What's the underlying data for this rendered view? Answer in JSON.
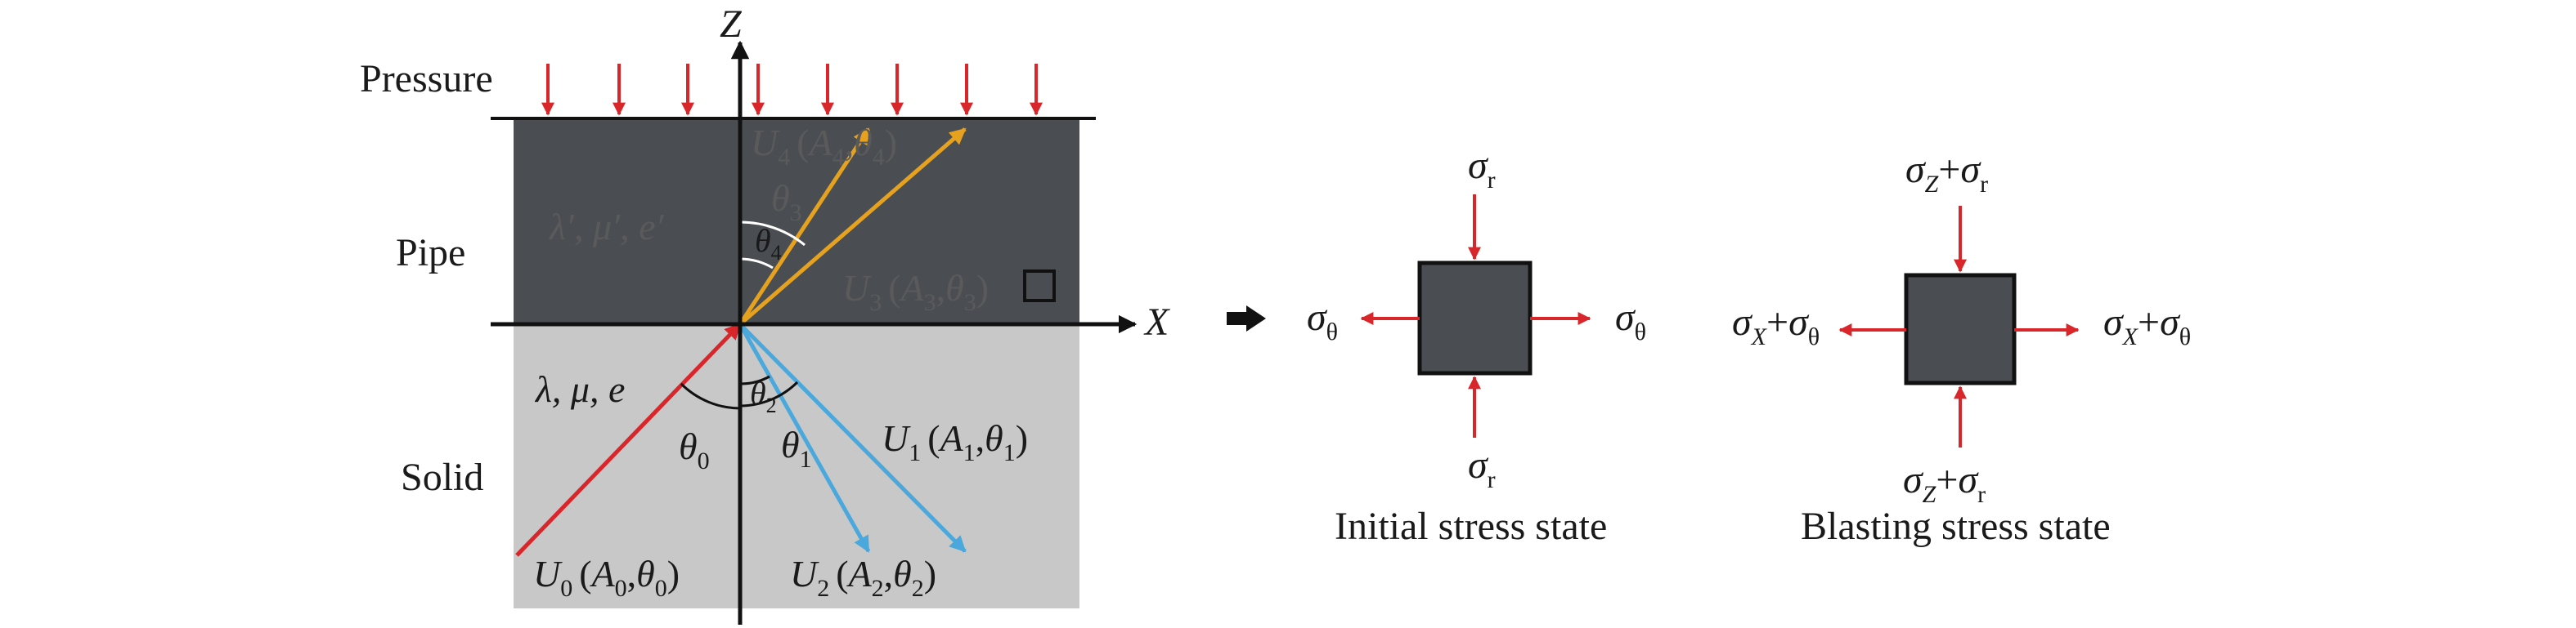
{
  "left_panel": {
    "pressure_label": "Pressure",
    "pipe_label": "Pipe",
    "solid_label": "Solid",
    "axis_z": "Z",
    "axis_x": "X",
    "pipe_params": "λ′, μ′, e′",
    "solid_params": "λ, μ, e",
    "theta0": "θ",
    "theta1": "θ",
    "theta2": "θ",
    "theta3": "θ",
    "theta4": "θ",
    "sub": {
      "s0": "0",
      "s1": "1",
      "s2": "2",
      "s3": "3",
      "s4": "4"
    },
    "waves": {
      "u0": {
        "U": "U",
        "sub": "0",
        "A": "A",
        "theta": "θ",
        "open": "(",
        "comma": ",",
        "close": ")"
      },
      "u1": {
        "U": "U",
        "sub": "1",
        "A": "A",
        "theta": "θ",
        "open": "(",
        "comma": ",",
        "close": ")"
      },
      "u2": {
        "U": "U",
        "sub": "2",
        "A": "A",
        "theta": "θ",
        "open": "(",
        "comma": ",",
        "close": ")"
      },
      "u3": {
        "U": "U",
        "sub": "3",
        "A": "A",
        "theta": "θ",
        "open": "(",
        "comma": ",",
        "close": ")"
      },
      "u4": {
        "U": "U",
        "sub": "4",
        "A": "A",
        "theta": "θ",
        "open": "(",
        "comma": ",",
        "close": ")"
      }
    },
    "colors": {
      "pressure_arrow": "#d9262b",
      "pipe_fill": "#4a4e53",
      "solid_fill": "#c9c8c8",
      "incident_wave": "#d9262b",
      "reflected_wave": "#4aa8dc",
      "transmitted_wave": "#e6a21f"
    }
  },
  "initial_state": {
    "caption": "Initial stress state",
    "top": {
      "sigma": "σ",
      "sub": "r"
    },
    "bottom": {
      "sigma": "σ",
      "sub": "r"
    },
    "left": {
      "sigma": "σ",
      "sub": "θ"
    },
    "right": {
      "sigma": "σ",
      "sub": "θ"
    }
  },
  "blasting_state": {
    "caption": "Blasting stress state",
    "top": {
      "sigma": "σ",
      "sub1": "Z",
      "plus": "+",
      "sigma2": "σ",
      "sub2": "r"
    },
    "bottom": {
      "sigma": "σ",
      "sub1": "Z",
      "plus": "+",
      "sigma2": "σ",
      "sub2": "r"
    },
    "left": {
      "sigma": "σ",
      "sub1": "X",
      "plus": "+",
      "sigma2": "σ",
      "sub2": "θ"
    },
    "right": {
      "sigma": "σ",
      "sub1": "X",
      "plus": "+",
      "sigma2": "σ",
      "sub2": "θ"
    }
  },
  "colors": {
    "stress_arrow": "#d9262b",
    "element_fill": "#4a4e53",
    "transition_arrow": "#111111"
  }
}
